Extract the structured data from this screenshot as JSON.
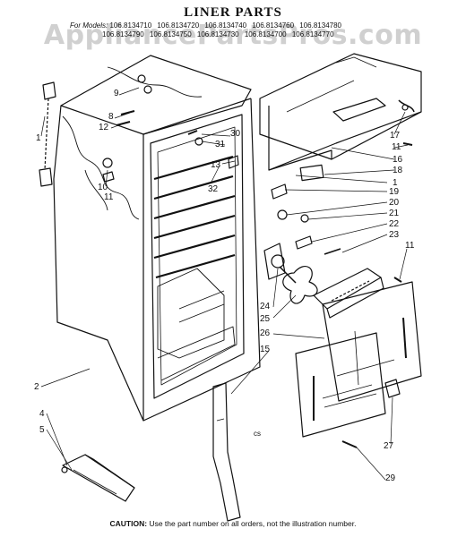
{
  "title": "LINER PARTS",
  "watermark": "AppliancePartsPros.com",
  "models": {
    "prefix": "For Models:",
    "row1": [
      "106.8134710",
      "106.8134720",
      "106.8134740",
      "106.8134760",
      "106.8134780"
    ],
    "row2": [
      "106.8134790",
      "106.8134750",
      "106.8134730",
      "106.8134700",
      "106.8134770"
    ]
  },
  "callouts": [
    {
      "id": "c1a",
      "text": "1"
    },
    {
      "id": "c9",
      "text": "9"
    },
    {
      "id": "c8",
      "text": "8"
    },
    {
      "id": "c12",
      "text": "12"
    },
    {
      "id": "c10",
      "text": "10"
    },
    {
      "id": "c11a",
      "text": "11"
    },
    {
      "id": "c30",
      "text": "30"
    },
    {
      "id": "c31",
      "text": "31"
    },
    {
      "id": "c13",
      "text": "13"
    },
    {
      "id": "c32",
      "text": "32"
    },
    {
      "id": "c17",
      "text": "17"
    },
    {
      "id": "c11b",
      "text": "11"
    },
    {
      "id": "c16",
      "text": "16"
    },
    {
      "id": "c18",
      "text": "18"
    },
    {
      "id": "c1b",
      "text": "1"
    },
    {
      "id": "c19",
      "text": "19"
    },
    {
      "id": "c20",
      "text": "20"
    },
    {
      "id": "c21",
      "text": "21"
    },
    {
      "id": "c22",
      "text": "22"
    },
    {
      "id": "c23",
      "text": "23"
    },
    {
      "id": "c11c",
      "text": "11"
    },
    {
      "id": "c24",
      "text": "24"
    },
    {
      "id": "c25",
      "text": "25"
    },
    {
      "id": "c26",
      "text": "26"
    },
    {
      "id": "c15",
      "text": "15"
    },
    {
      "id": "c2",
      "text": "2"
    },
    {
      "id": "c4",
      "text": "4"
    },
    {
      "id": "c5",
      "text": "5"
    },
    {
      "id": "c27",
      "text": "27"
    },
    {
      "id": "c29",
      "text": "29"
    }
  ],
  "cs_mark": "cs",
  "caution": {
    "label": "CAUTION:",
    "text": "Use the part number on all orders, not the illustration number."
  }
}
